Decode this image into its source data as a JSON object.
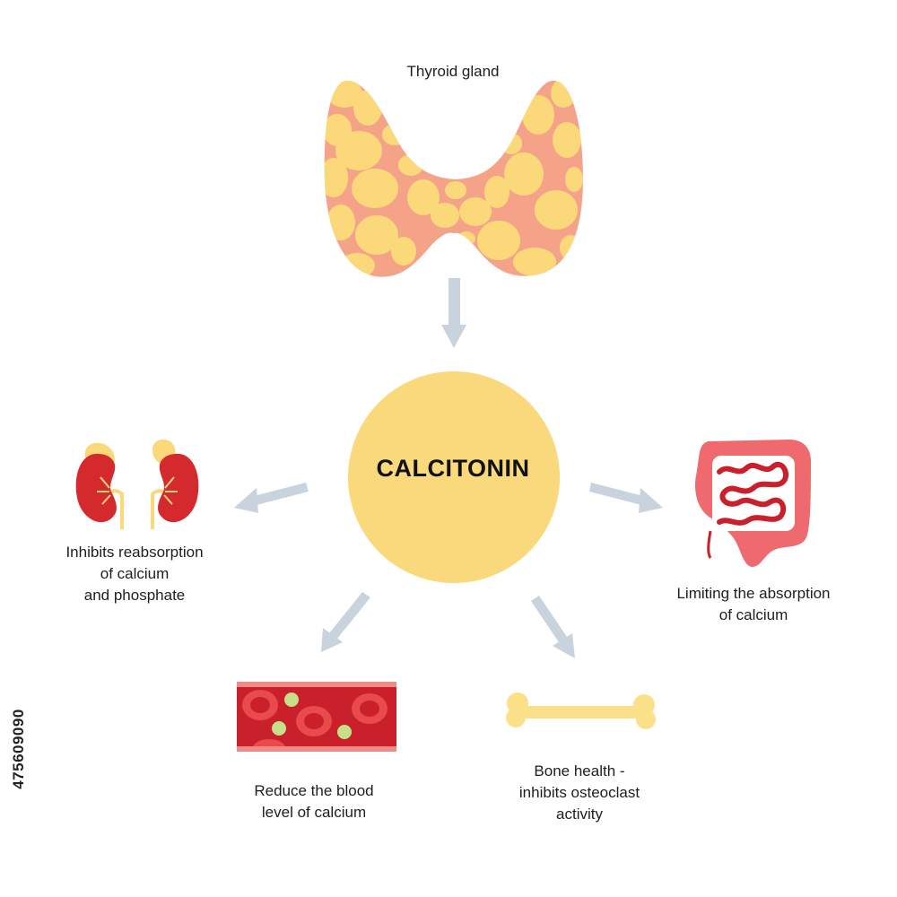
{
  "title": "CALCITONIN",
  "source": {
    "label": "Thyroid gland",
    "icon": "thyroid-gland-icon"
  },
  "effects": [
    {
      "id": "kidney",
      "icon": "kidneys-icon",
      "lines": [
        "Inhibits reabsorption",
        "of calcium",
        "and phosphate"
      ]
    },
    {
      "id": "intestine",
      "icon": "intestine-icon",
      "lines": [
        "Limiting the absorption",
        "of calcium"
      ]
    },
    {
      "id": "blood",
      "icon": "blood-vessel-icon",
      "lines": [
        "Reduce the blood",
        "level of calcium"
      ]
    },
    {
      "id": "bone",
      "icon": "bone-icon",
      "lines": [
        "Bone health -",
        "inhibits osteoclast",
        "activity"
      ]
    }
  ],
  "stock_id": "475609090",
  "colors": {
    "hormone_circle": "#f9d97c",
    "thyroid_tissue": "#f4a389",
    "thyroid_follicle": "#fbd97a",
    "arrow": "#c9d3dd",
    "kidney": "#d42a2d",
    "adrenal": "#fbd97a",
    "intestine": "#ef6a6e",
    "blood": "#c9202c",
    "bone": "#fbe08a"
  }
}
